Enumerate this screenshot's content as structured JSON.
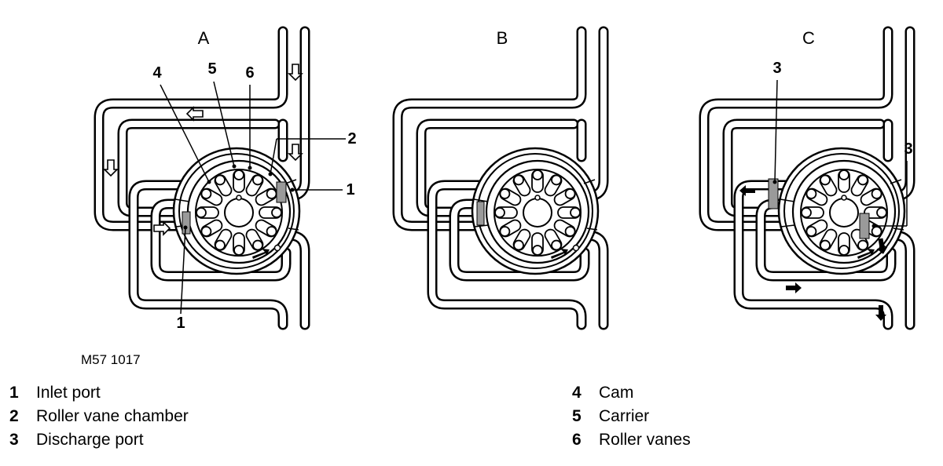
{
  "panels": [
    {
      "label": "A"
    },
    {
      "label": "B"
    },
    {
      "label": "C"
    }
  ],
  "callouts": {
    "a_4": "4",
    "a_5": "5",
    "a_6": "6",
    "a_2": "2",
    "a_1_right": "1",
    "a_1_bottom": "1",
    "c_3_top": "3",
    "c_3_right": "3"
  },
  "figure_code": "M57 1017",
  "legend": [
    {
      "num": "1",
      "text": "Inlet port"
    },
    {
      "num": "2",
      "text": "Roller vane chamber"
    },
    {
      "num": "3",
      "text": "Discharge port"
    },
    {
      "num": "4",
      "text": "Cam"
    },
    {
      "num": "5",
      "text": "Carrier"
    },
    {
      "num": "6",
      "text": "Roller vanes"
    }
  ],
  "colors": {
    "ink": "#000000",
    "paper": "#ffffff",
    "port_hatch": "#9a9a9a"
  },
  "arrows": {
    "open": "open-flow-arrow",
    "solid": "solid-flow-arrow"
  }
}
